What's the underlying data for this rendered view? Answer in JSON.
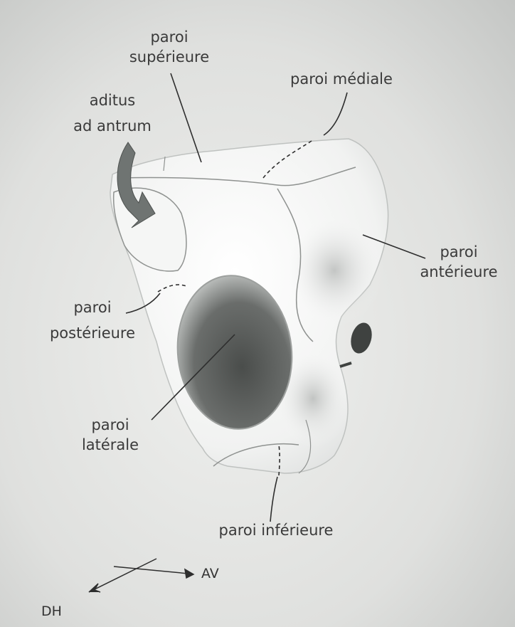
{
  "labels": {
    "paroi_superieure": [
      "paroi",
      "supérieure"
    ],
    "paroi_mediale": "paroi médiale",
    "aditus": [
      "aditus",
      "ad antrum"
    ],
    "paroi_anterieure": [
      "paroi",
      "antérieure"
    ],
    "paroi_posterieure": [
      "paroi",
      "postérieure"
    ],
    "paroi_laterale": [
      "paroi",
      "latérale"
    ],
    "paroi_inferieure": "paroi inférieure"
  },
  "orientation": {
    "av": "AV",
    "dh": "DH"
  }
}
